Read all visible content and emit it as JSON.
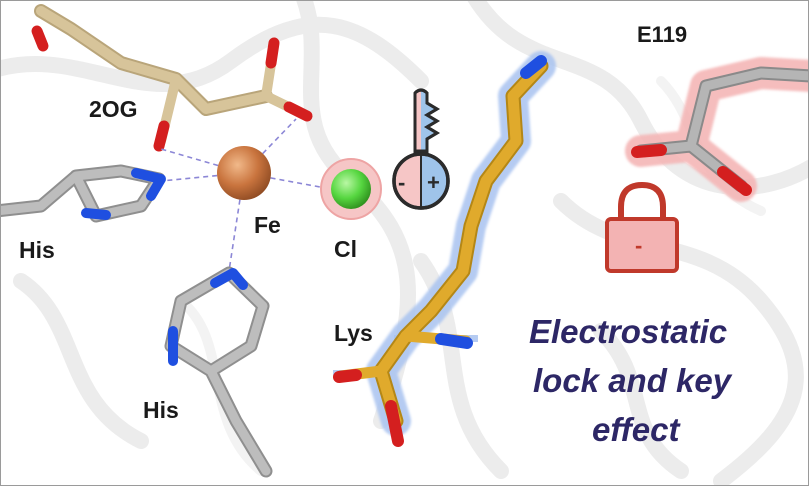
{
  "labels": {
    "og": "2OG",
    "fe": "Fe",
    "cl": "Cl",
    "his_left": "His",
    "his_bottom": "His",
    "lys": "Lys",
    "e119": "E119"
  },
  "effect_text": {
    "line1": "Electrostatic",
    "line2": "lock and key",
    "line3": "effect"
  },
  "key_signs": {
    "minus": "-",
    "plus": "+"
  },
  "lock_sign": "-",
  "colors": {
    "effect_text": "#2d2766",
    "lock": "#c0392b",
    "lock_fill": "#f3b3b3",
    "key_negative": "#f6c6c6",
    "key_positive": "#9fc4ea",
    "iron": "#c9743e",
    "chloride": "#56d640",
    "lysine": "#e0aa2c",
    "og_carbon": "#d7c49a",
    "oxygen": "#d41f1f",
    "nitrogen": "#1f4fe0",
    "carbon_gray": "#a8a8a8"
  },
  "icons": {
    "key": "key-icon",
    "lock": "lock-icon"
  }
}
